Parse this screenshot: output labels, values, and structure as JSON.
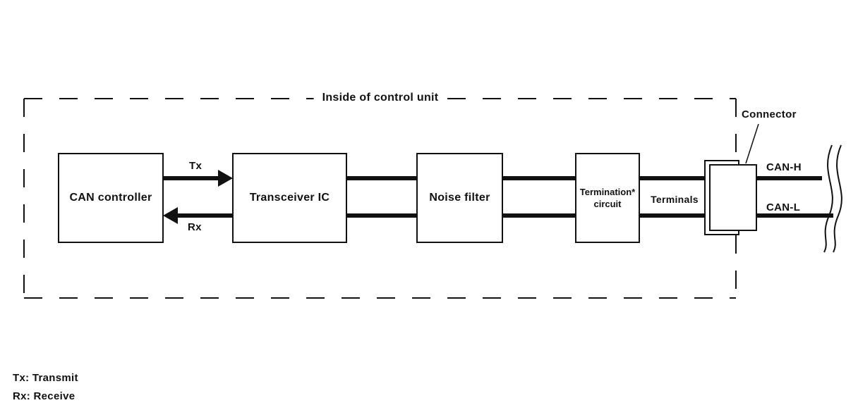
{
  "diagram": {
    "boundary_label": "Inside of control unit",
    "blocks": [
      {
        "id": "can-controller",
        "label": "CAN controller"
      },
      {
        "id": "transceiver-ic",
        "label": "Transceiver IC"
      },
      {
        "id": "noise-filter",
        "label": "Noise filter"
      },
      {
        "id": "termination-circuit",
        "label_line1": "Termination*",
        "label_line2": "circuit"
      }
    ],
    "signals": {
      "tx": "Tx",
      "rx": "Rx",
      "terminals": "Terminals",
      "connector": "Connector",
      "can_high": "CAN-H",
      "can_low": "CAN-L"
    },
    "legend": [
      "Tx: Transmit",
      "Rx: Receive"
    ],
    "colors": {
      "line": "#111111",
      "background": "#ffffff"
    }
  }
}
